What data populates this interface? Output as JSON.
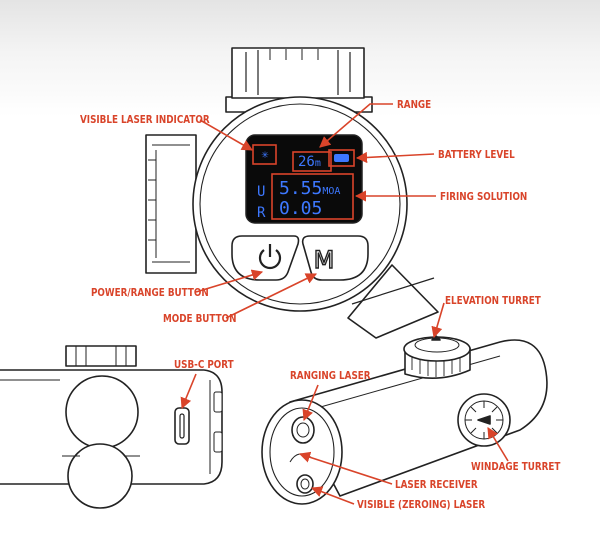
{
  "display": {
    "laser_glyph": "✳",
    "range_value": "26",
    "range_unit": "m",
    "row1_prefix": "U",
    "row1_value": "5.55",
    "row1_unit": "MOA",
    "row2_prefix": "R",
    "row2_value": "0.05",
    "battery_icon": "battery-icon"
  },
  "buttons": {
    "power_icon": "power-icon",
    "mode_letter": "M"
  },
  "callouts": {
    "visible_laser_indicator": "VISIBLE LASER INDICATOR",
    "range": "RANGE",
    "battery_level": "BATTERY LEVEL",
    "firing_solution": "FIRING SOLUTION",
    "power_range_button": "POWER/RANGE BUTTON",
    "mode_button": "MODE BUTTON",
    "elevation_turret": "ELEVATION TURRET",
    "usb_c_port": "USB-C PORT",
    "ranging_laser": "RANGING LASER",
    "laser_receiver": "LASER RECEIVER",
    "visible_zeroing_laser": "VISIBLE (ZEROING) LASER",
    "windage_turret": "WINDAGE TURRET"
  },
  "colors": {
    "callout": "#d9442a",
    "lcd_text": "#3d78ff",
    "lcd_background": "#0a0a0a",
    "outline": "#222222"
  }
}
